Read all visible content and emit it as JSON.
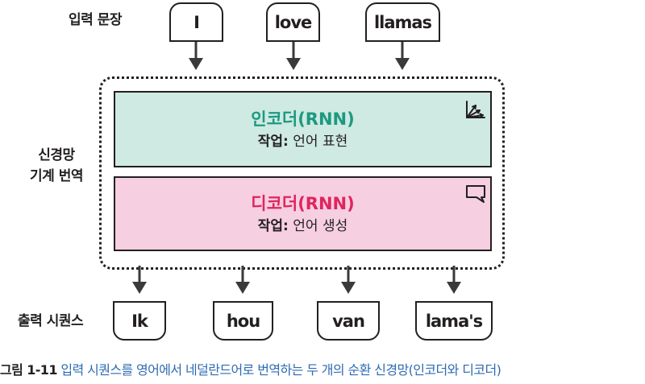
{
  "labels": {
    "input": "입력 문장",
    "model_line1": "신경망",
    "model_line2": "기계 번역",
    "output": "출력 시퀀스"
  },
  "input_tokens": [
    "I",
    "love",
    "llamas"
  ],
  "output_tokens": [
    "Ik",
    "hou",
    "van",
    "lama's"
  ],
  "encoder": {
    "title": "인코더(RNN)",
    "task_label": "작업:",
    "task_value": " 언어 표현",
    "icon": "vector-embedding-icon",
    "color": "#1b9a80",
    "background": "#cfe9e3"
  },
  "decoder": {
    "title": "디코더(RNN)",
    "task_label": "작업:",
    "task_value": " 언어 생성",
    "icon": "speech-bubble-icon",
    "color": "#e0245e",
    "background": "#f6cfe0"
  },
  "caption": {
    "number": "그림 1-11",
    "text": "입력 시퀀스를 영어에서 네덜란드어로 번역하는 두 개의 순환 신경망(인코더와 디코더)"
  }
}
